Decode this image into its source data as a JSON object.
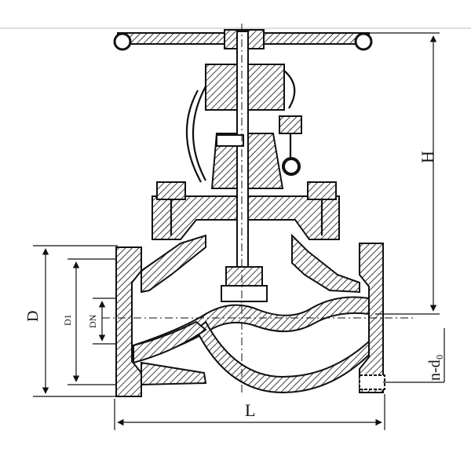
{
  "labels": {
    "H": "H",
    "D": "D",
    "D1": "D1",
    "DN": "DN",
    "L": "L",
    "nd0": "n-d₀"
  },
  "colors": {
    "ink": "#111111",
    "background": "#ffffff"
  }
}
